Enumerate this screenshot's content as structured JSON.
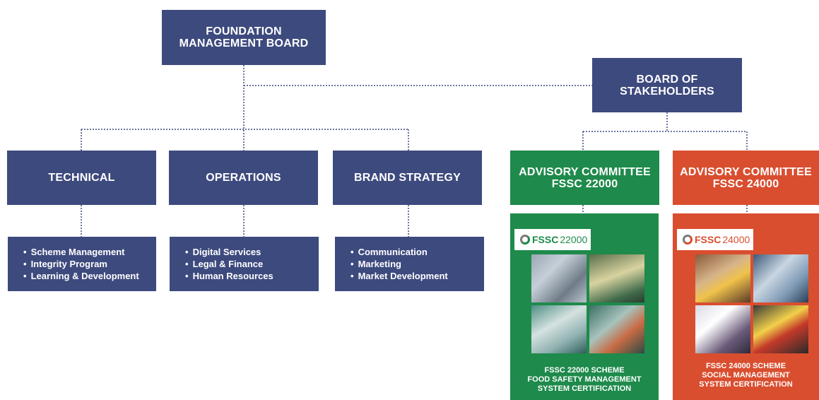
{
  "nodes": {
    "foundation_board": [
      "FOUNDATION",
      "MANAGEMENT BOARD"
    ],
    "stakeholders_board": [
      "BOARD OF",
      "STAKEHOLDERS"
    ],
    "technical": "TECHNICAL",
    "operations": "OPERATIONS",
    "brand_strategy": "BRAND STRATEGY",
    "advisory_22000": [
      "ADVISORY COMMITTEE",
      "FSSC 22000"
    ],
    "advisory_24000": [
      "ADVISORY COMMITTEE",
      "FSSC 24000"
    ]
  },
  "lists": {
    "technical": [
      "Scheme Management",
      "Integrity Program",
      "Learning & Development"
    ],
    "operations": [
      "Digital Services",
      "Legal & Finance",
      "Human Resources"
    ],
    "brand_strategy": [
      "Communication",
      "Marketing",
      "Market Development"
    ]
  },
  "panels": {
    "fssc22000": {
      "logo_brand": "FSSC",
      "logo_number": "22000",
      "caption": [
        "FSSC 22000 SCHEME",
        "FOOD SAFETY MANAGEMENT",
        "SYSTEM CERTIFICATION"
      ]
    },
    "fssc24000": {
      "logo_brand": "FSSC",
      "logo_number": "24000",
      "caption": [
        "FSSC 24000 SCHEME",
        "SOCIAL MANAGEMENT",
        "SYSTEM CERTIFICATION"
      ]
    }
  },
  "colors": {
    "navy": "#3d4a7e",
    "green": "#1e8a4b",
    "orange": "#d94e2f",
    "connector": "#3d4a7e"
  }
}
